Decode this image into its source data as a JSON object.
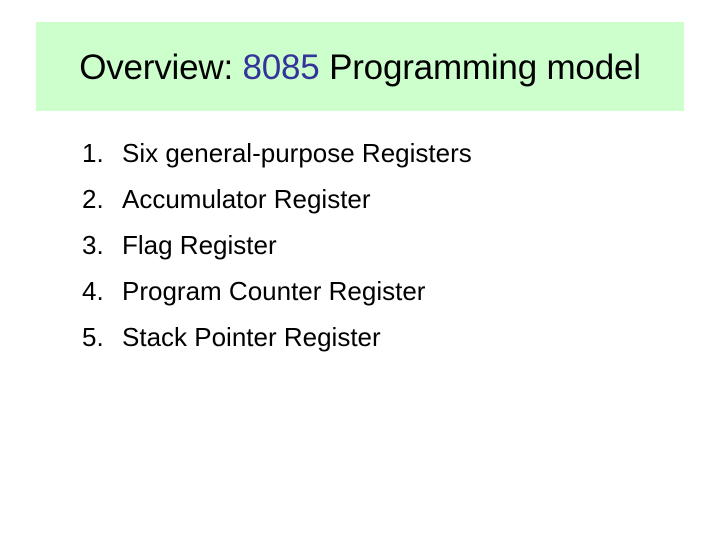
{
  "slide": {
    "title_prefix": "Overview: ",
    "title_accent": "8085",
    "title_suffix": " Programming model",
    "colors": {
      "title_bg": "#ccffcc",
      "accent": "#333399"
    },
    "items": [
      {
        "num": "1.",
        "label": "Six general-purpose Registers"
      },
      {
        "num": "2.",
        "label": "Accumulator Register"
      },
      {
        "num": "3.",
        "label": "Flag Register"
      },
      {
        "num": "4.",
        "label": "Program Counter Register"
      },
      {
        "num": "5.",
        "label": "Stack Pointer Register"
      }
    ]
  }
}
